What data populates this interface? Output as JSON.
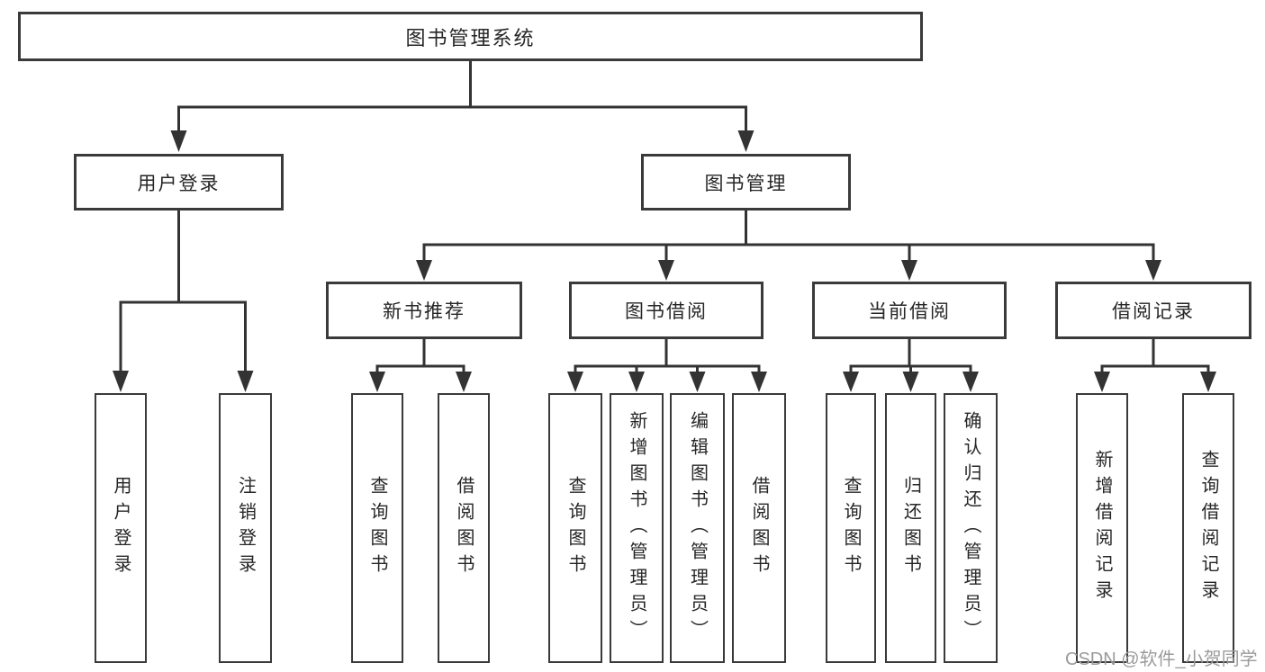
{
  "diagram": {
    "root": {
      "label": "图书管理系统"
    },
    "level2": [
      {
        "label": "用户登录"
      },
      {
        "label": "图书管理"
      }
    ],
    "level3": [
      {
        "label": "新书推荐"
      },
      {
        "label": "图书借阅"
      },
      {
        "label": "当前借阅"
      },
      {
        "label": "借阅记录"
      }
    ],
    "leaves": {
      "user_login": [
        {
          "label": "用户登录"
        },
        {
          "label": "注销登录"
        }
      ],
      "new_book": [
        {
          "label": "查询图书"
        },
        {
          "label": "借阅图书"
        }
      ],
      "book_borrow": [
        {
          "label": "查询图书"
        },
        {
          "label": "新增图书（管理员）"
        },
        {
          "label": "编辑图书（管理员）"
        },
        {
          "label": "借阅图书"
        }
      ],
      "current_borrow": [
        {
          "label": "查询图书"
        },
        {
          "label": "归还图书"
        },
        {
          "label": "确认归还（管理员）"
        }
      ],
      "borrow_record": [
        {
          "label": "新增借阅记录"
        },
        {
          "label": "查询借阅记录"
        }
      ]
    }
  },
  "watermark": {
    "text": "CSDN @软件_小贺同学"
  },
  "colors": {
    "line": "#333333",
    "border": "#3a3a3a",
    "text": "#262626",
    "background": "#ffffff",
    "watermark": "#9b9b9b"
  }
}
